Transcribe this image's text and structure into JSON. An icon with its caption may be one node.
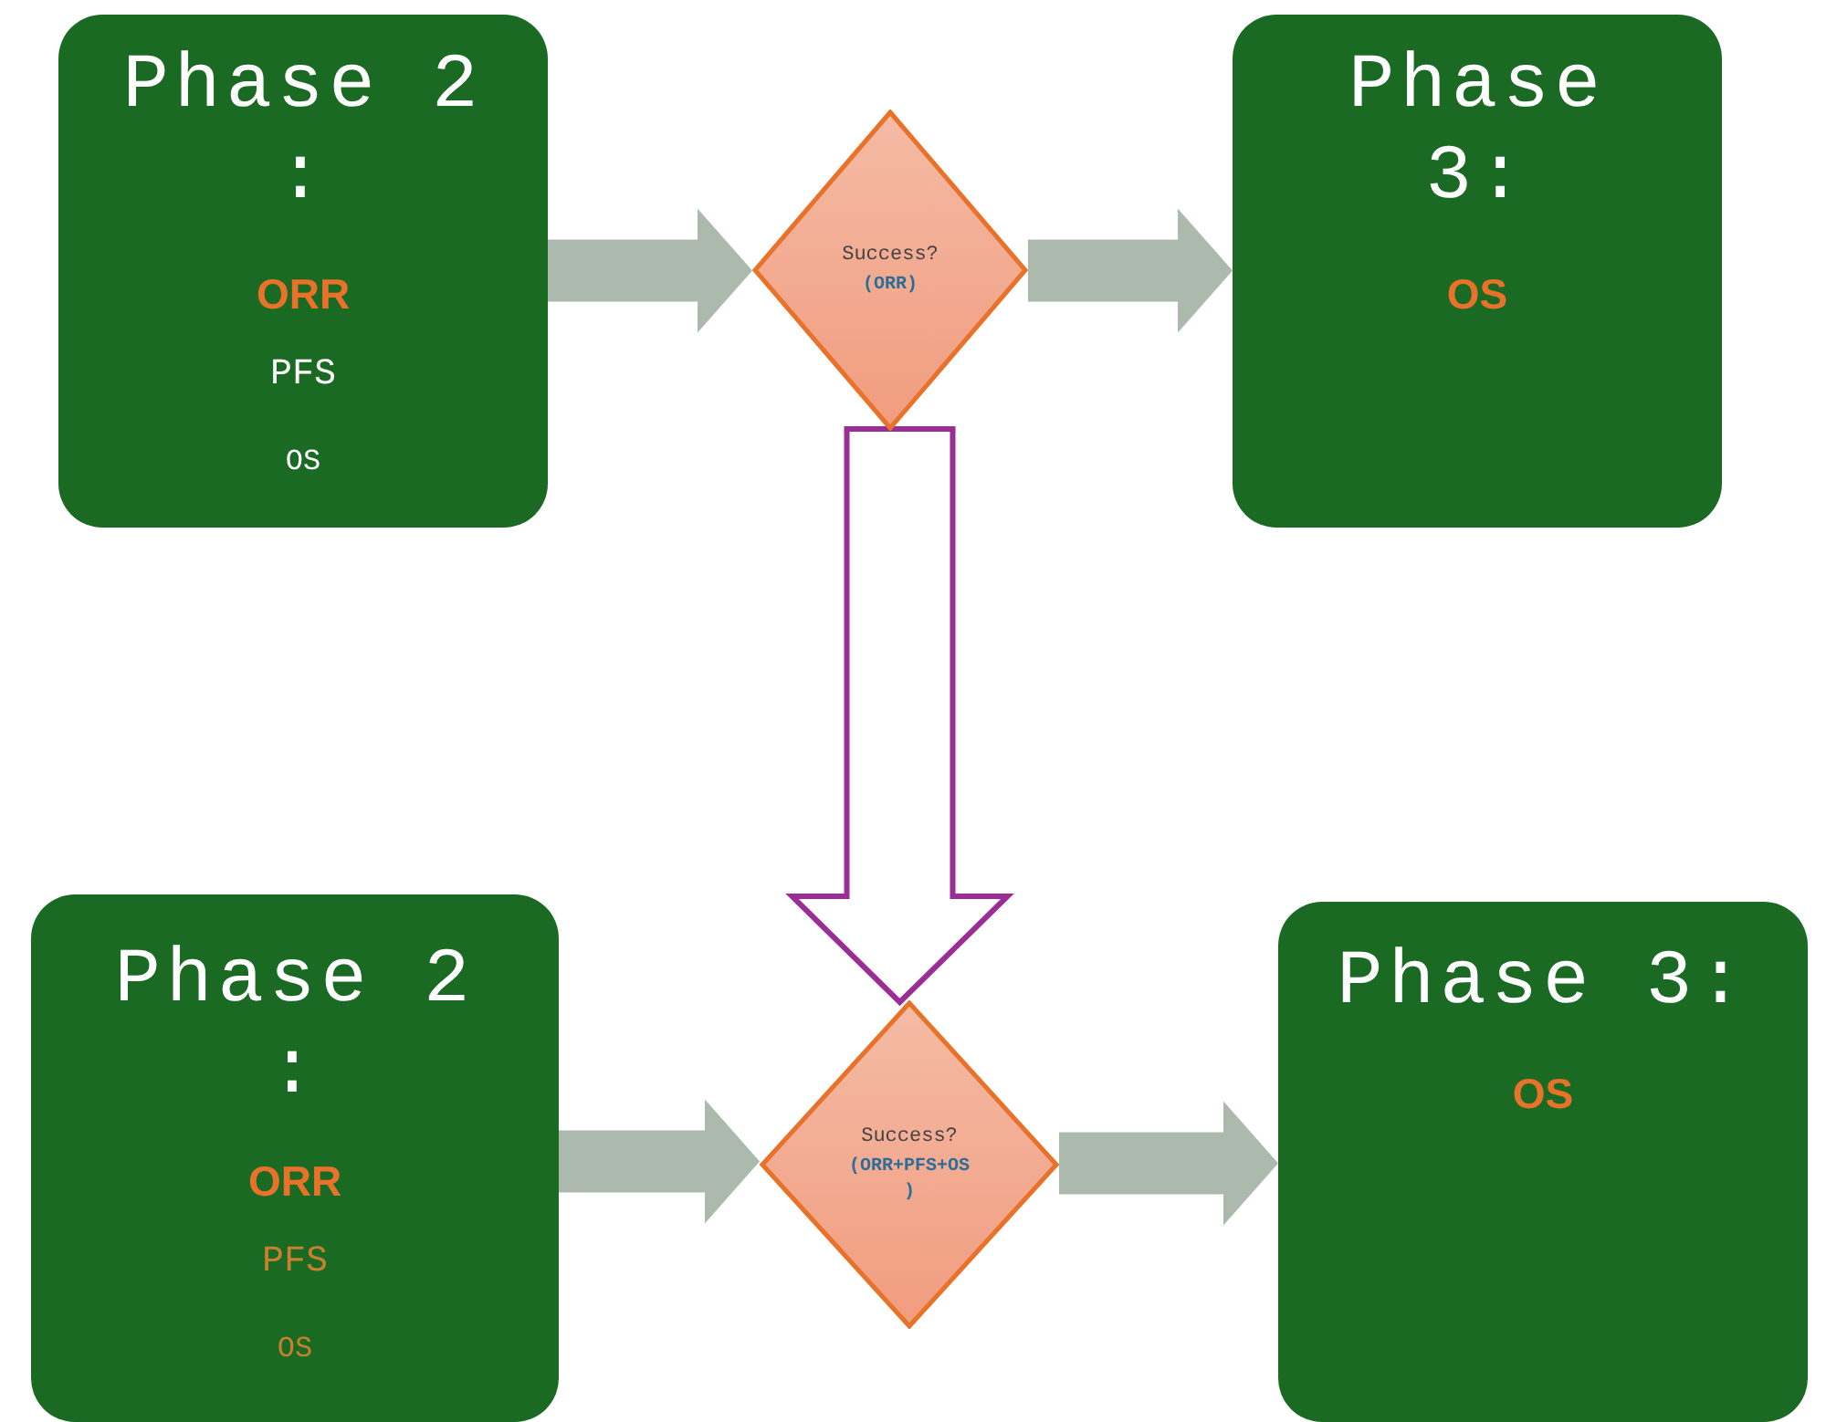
{
  "diagram": {
    "nodes": [
      {
        "text": [
          "Phase 2 :",
          "ORR",
          "PFS",
          "OS"
        ]
      },
      {
        "text": [
          "Success?",
          "(ORR)"
        ]
      },
      {
        "text": [
          "Phase 3:",
          "OS"
        ]
      },
      {
        "text": [
          "Phase 2 :",
          "ORR",
          "PFS",
          "OS"
        ]
      },
      {
        "text": [
          "Success?",
          "(ORR+PFS+OS)"
        ]
      },
      {
        "text": [
          "Phase 3:",
          "OS"
        ]
      }
    ],
    "edges": [
      {
        "from": 0,
        "to": 1,
        "arrow": "to"
      },
      {
        "from": 1,
        "to": 2,
        "arrow": "to"
      },
      {
        "from": 1,
        "to": 4,
        "arrow": "to",
        "style": "thick",
        "color": "#9b2d96"
      },
      {
        "from": 3,
        "to": 4,
        "arrow": "to"
      },
      {
        "from": 4,
        "to": 5,
        "arrow": "to"
      }
    ]
  }
}
